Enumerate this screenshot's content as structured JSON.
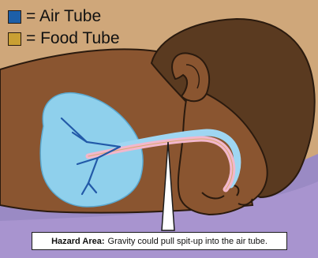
{
  "legend": {
    "air_tube": {
      "label": "= Air Tube",
      "color": "#1d5fa8"
    },
    "food_tube": {
      "label": "= Food Tube",
      "color": "#c9a033"
    }
  },
  "caption": {
    "label": "Hazard Area:",
    "text": "Gravity could pull spit-up into the air tube."
  },
  "colors": {
    "background": "#cfa77a",
    "skin": "#8a5530",
    "hair": "#5a3a20",
    "lungs": "#8fd0ec",
    "airway": "#9fd6f2",
    "food_tube": "#f2b7cc",
    "bronchi": "#2259a8",
    "surface": "#9a8ac4"
  }
}
